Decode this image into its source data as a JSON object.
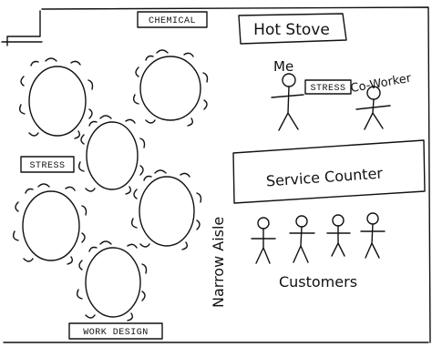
{
  "labels": {
    "chemical": "CHEMICAL",
    "stress_left": "STRESS",
    "stress_right": "STRESS",
    "work_design": "WORK DESIGN",
    "hot_stove": "Hot Stove",
    "me": "Me",
    "co_worker": "Co-Worker",
    "service_counter": "Service Counter",
    "customers": "Customers",
    "narrow_aisle": "Narrow Aisle"
  }
}
